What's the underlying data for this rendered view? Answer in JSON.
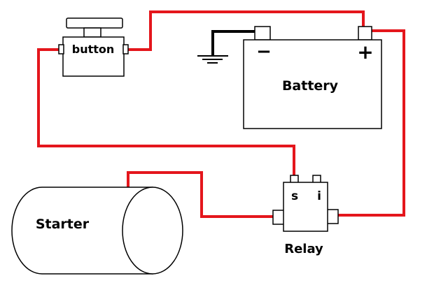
{
  "labels": {
    "button": "button",
    "battery": "Battery",
    "battery_negative": "−",
    "battery_positive": "+",
    "starter": "Starter",
    "relay": "Relay",
    "relay_terminal_s": "s",
    "relay_terminal_i": "i"
  },
  "colors": {
    "wire": "#e4161c",
    "ground_wire": "#000000",
    "outline": "#000000",
    "background": "#ffffff"
  }
}
